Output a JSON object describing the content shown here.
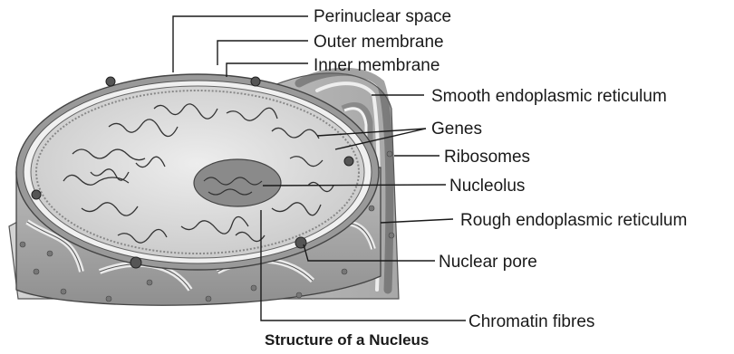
{
  "diagram": {
    "caption": "Structure of a Nucleus",
    "labels": {
      "perinuclear_space": "Perinuclear space",
      "outer_membrane": "Outer membrane",
      "inner_membrane": "Inner membrane",
      "smooth_er": "Smooth endoplasmic reticulum",
      "genes": "Genes",
      "ribosomes": "Ribosomes",
      "nucleolus": "Nucleolus",
      "rough_er": "Rough endoplasmic reticulum",
      "nuclear_pore": "Nuclear pore",
      "chromatin_fibres": "Chromatin fibres"
    }
  }
}
